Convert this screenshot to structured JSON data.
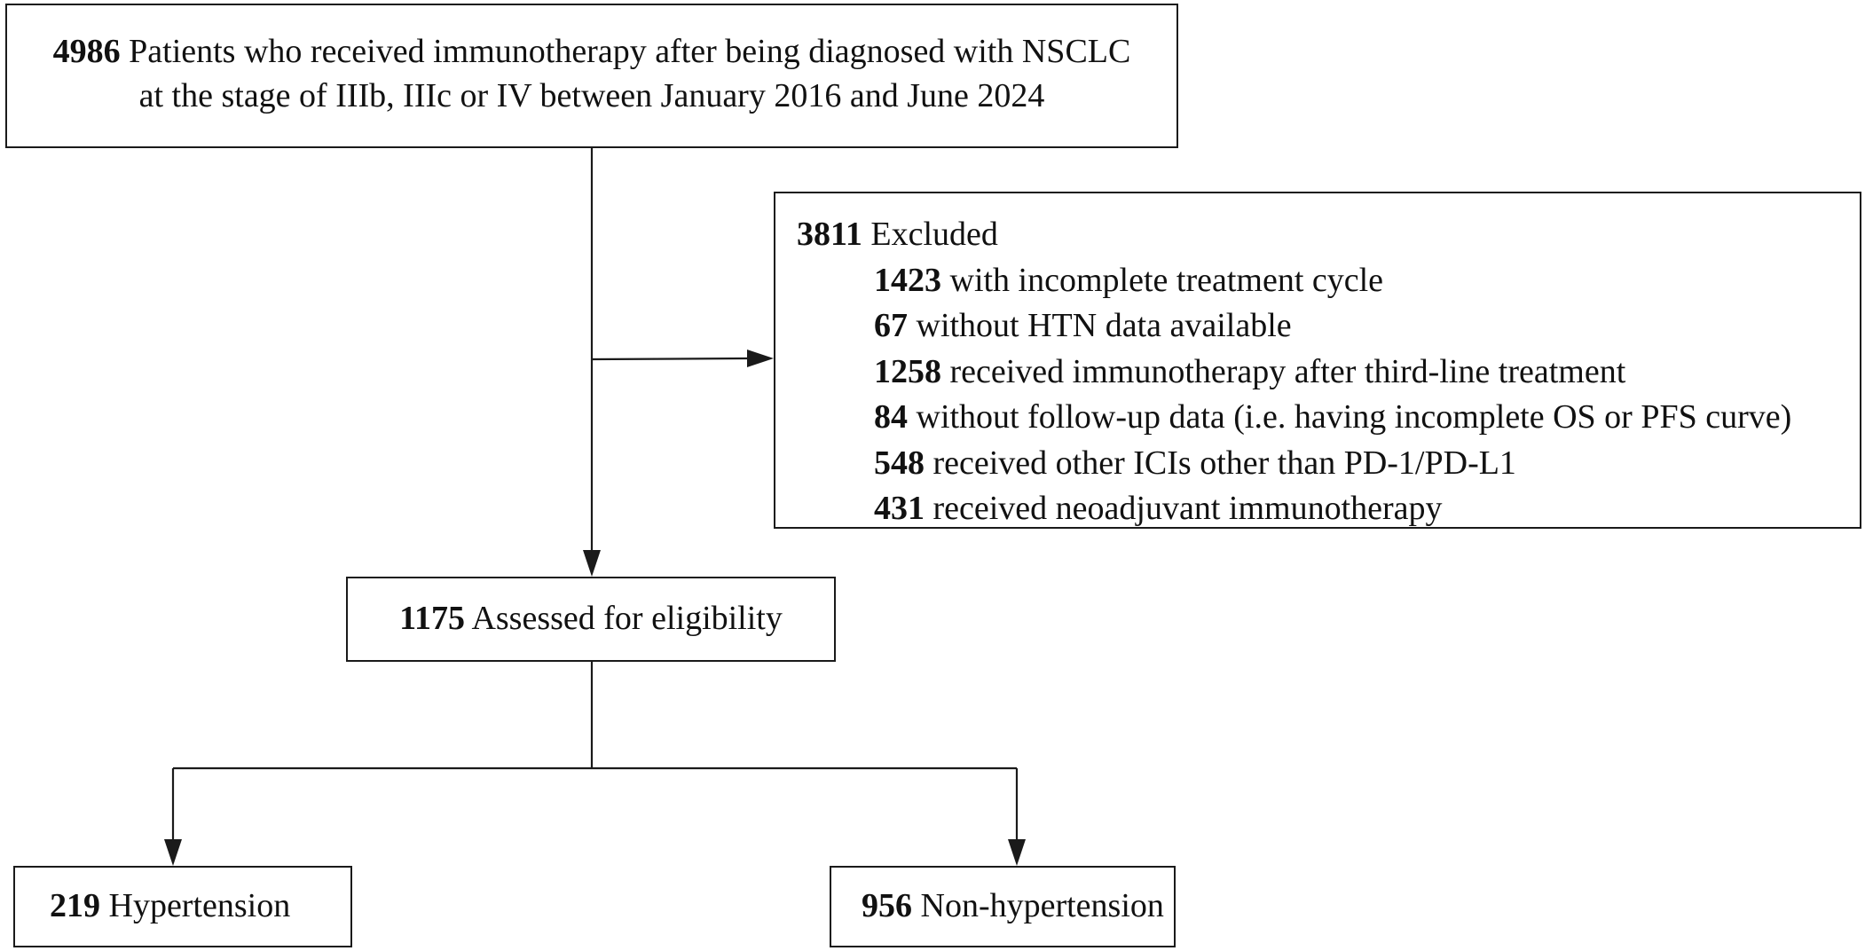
{
  "top_box": {
    "count": "4986",
    "line1": " Patients who received immunotherapy after being diagnosed with NSCLC",
    "line2": "at the stage of IIIb, IIIc or IV between January 2016 and June 2024"
  },
  "excluded_box": {
    "count": "3811",
    "label": " Excluded",
    "reasons": [
      {
        "count": "1423",
        "text": " with incomplete treatment cycle"
      },
      {
        "count": "67",
        "text": " without HTN data available"
      },
      {
        "count": "1258",
        "text": " received immunotherapy after third-line treatment"
      },
      {
        "count": "84",
        "text": " without follow-up data (i.e. having incomplete OS or PFS curve)"
      },
      {
        "count": "548",
        "text": " received other ICIs other than PD-1/PD-L1"
      },
      {
        "count": "431",
        "text": " received neoadjuvant immunotherapy"
      }
    ]
  },
  "assessed_box": {
    "count": "1175",
    "label": " Assessed for eligibility"
  },
  "hypertension_box": {
    "count": "219",
    "label": " Hypertension"
  },
  "non_hypertension_box": {
    "count": "956",
    "label": " Non-hypertension"
  }
}
